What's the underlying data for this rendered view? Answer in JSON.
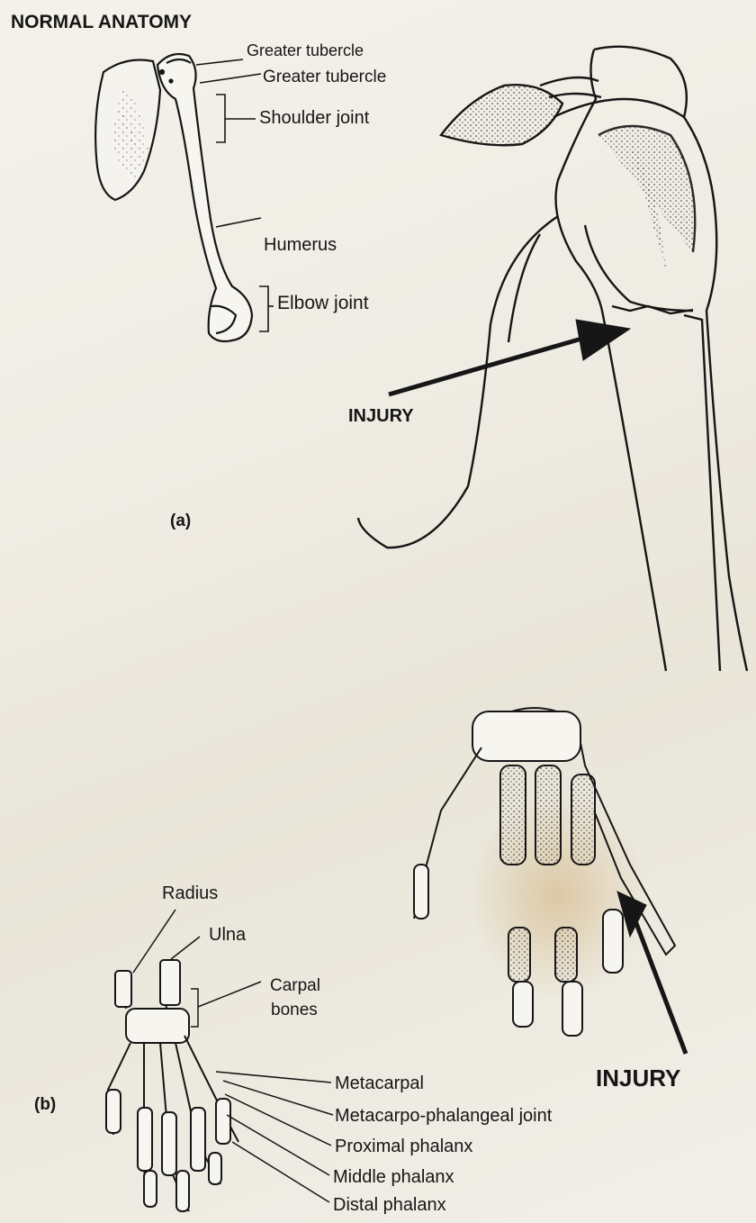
{
  "page": {
    "heading": "NORMAL ANATOMY"
  },
  "panel_a": {
    "id_label": "(a)",
    "callouts": {
      "greater_tubercle_1": "Greater tubercle",
      "greater_tubercle_2": "Greater tubercle",
      "shoulder_joint": "Shoulder joint",
      "humerus": "Humerus",
      "elbow_joint": "Elbow joint"
    },
    "injury_label": "INJURY"
  },
  "panel_b": {
    "id_label": "(b)",
    "callouts": {
      "radius": "Radius",
      "ulna": "Ulna",
      "carpal_line1": "Carpal",
      "carpal_line2": "bones",
      "metacarpal": "Metacarpal",
      "mcp_joint": "Metacarpo-phalangeal joint",
      "proximal_phalanx": "Proximal phalanx",
      "middle_phalanx": "Middle phalanx",
      "distal_phalanx": "Distal phalanx"
    },
    "injury_label": "INJURY"
  },
  "colors": {
    "ink": "#161616",
    "paper": "#f1eee6",
    "stain": "#c9a15e"
  }
}
